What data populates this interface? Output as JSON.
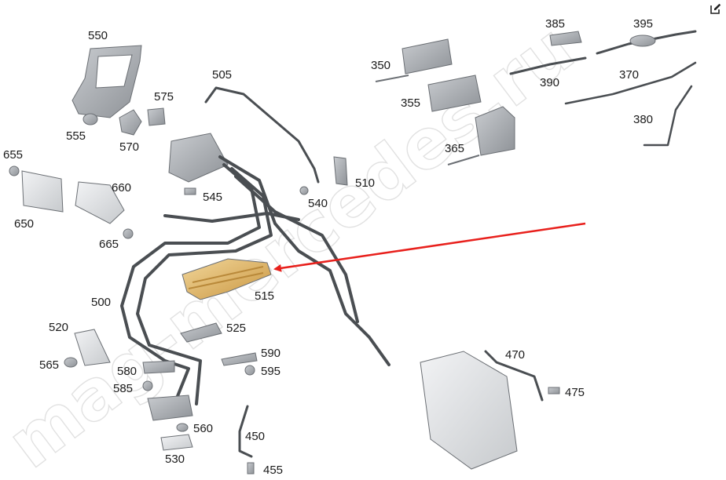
{
  "toolbar": {
    "edit_icon": "external-edit-icon"
  },
  "watermark": {
    "text": "mag-mercedes.ru"
  },
  "highlight": {
    "part": "515",
    "arrow_color": "#e8201c",
    "part_color": "#e0b871"
  },
  "callouts": {
    "c350": "350",
    "c355": "355",
    "c365": "365",
    "c370": "370",
    "c380": "380",
    "c385": "385",
    "c390": "390",
    "c395": "395",
    "c450": "450",
    "c455": "455",
    "c470": "470",
    "c475": "475",
    "c500": "500",
    "c505": "505",
    "c510": "510",
    "c515": "515",
    "c520": "520",
    "c525": "525",
    "c530": "530",
    "c540": "540",
    "c545": "545",
    "c550": "550",
    "c555": "555",
    "c560": "560",
    "c565": "565",
    "c570": "570",
    "c575": "575",
    "c580": "580",
    "c585": "585",
    "c590": "590",
    "c595": "595",
    "c650": "650",
    "c655": "655",
    "c660": "660",
    "c665": "665"
  }
}
